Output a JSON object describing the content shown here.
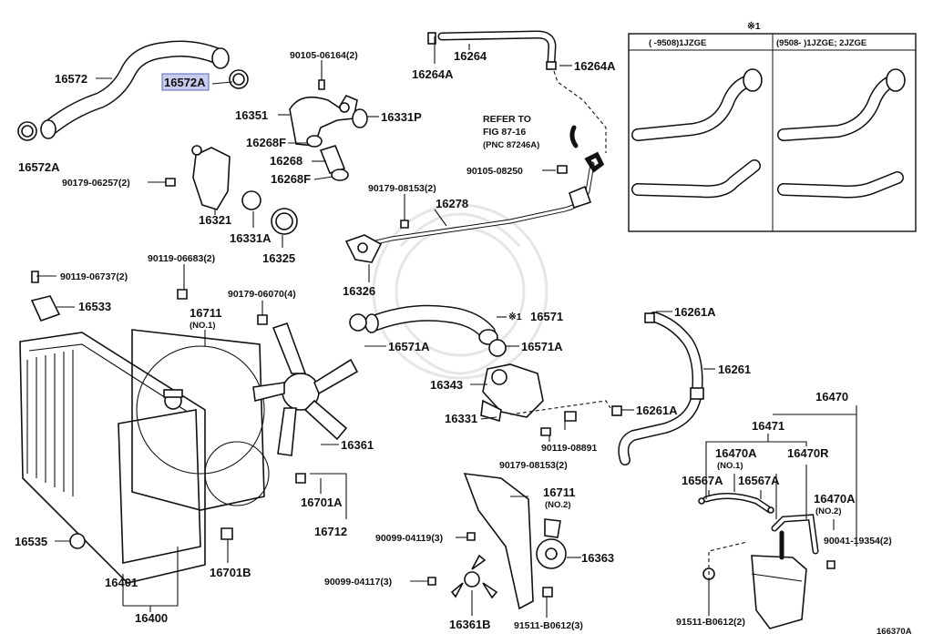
{
  "diagram": {
    "figure_id": "166370A",
    "inset": {
      "marker": "※1",
      "col_left": "(     -9508)1JZGE",
      "col_right": "(9508-      )1JZGE; 2JZGE"
    },
    "refer": {
      "line1": "REFER TO",
      "line2": "FIG 87-16",
      "line3": "(PNC 87246A)"
    },
    "labels": {
      "p16572": "16572",
      "p16572A_hl": "16572A",
      "p16572A": "16572A",
      "p90105_06164": "90105-06164(2)",
      "p16351": "16351",
      "p16331P": "16331P",
      "p16268F_a": "16268F",
      "p16268": "16268",
      "p16268F_b": "16268F",
      "p90179_06257": "90179-06257(2)",
      "p16321": "16321",
      "p16331A": "16331A",
      "p16325": "16325",
      "p16264A_a": "16264A",
      "p16264": "16264",
      "p16264A_b": "16264A",
      "p90105_08250": "90105-08250",
      "p90179_08153_a": "90179-08153(2)",
      "p16278": "16278",
      "p16326": "16326",
      "p90119_06683": "90119-06683(2)",
      "p90119_06737": "90119-06737(2)",
      "p16533": "16533",
      "p16711_a": "16711",
      "p16711_a_sub": "(NO.1)",
      "p90179_06070": "90179-06070(4)",
      "p16571_star": "※1",
      "p16571": "16571",
      "p16571A_a": "16571A",
      "p16571A_b": "16571A",
      "p16343": "16343",
      "p16331": "16331",
      "p16261A_a": "16261A",
      "p16261": "16261",
      "p16261A_b": "16261A",
      "p90119_08891": "90119-08891",
      "p90179_08153_b": "90179-08153(2)",
      "p16361": "16361",
      "p16701A": "16701A",
      "p16712": "16712",
      "p16711_b": "16711",
      "p16711_b_sub": "(NO.2)",
      "p90099_04119": "90099-04119(3)",
      "p16363": "16363",
      "p90099_04117": "90099-04117(3)",
      "p16361B": "16361B",
      "p91511_B0612_a": "91511-B0612(3)",
      "p16535": "16535",
      "p16401": "16401",
      "p16701B": "16701B",
      "p16400": "16400",
      "p16470": "16470",
      "p16471": "16471",
      "p16470A_a": "16470A",
      "p16470A_a_sub": "(NO.1)",
      "p16470R": "16470R",
      "p16567A_a": "16567A",
      "p16567A_b": "16567A",
      "p16470A_b": "16470A",
      "p16470A_b_sub": "(NO.2)",
      "p90041_19354": "90041-19354(2)",
      "p91511_B0612_b": "91511-B0612(2)"
    },
    "highlight_color": "#c8cdf0"
  }
}
